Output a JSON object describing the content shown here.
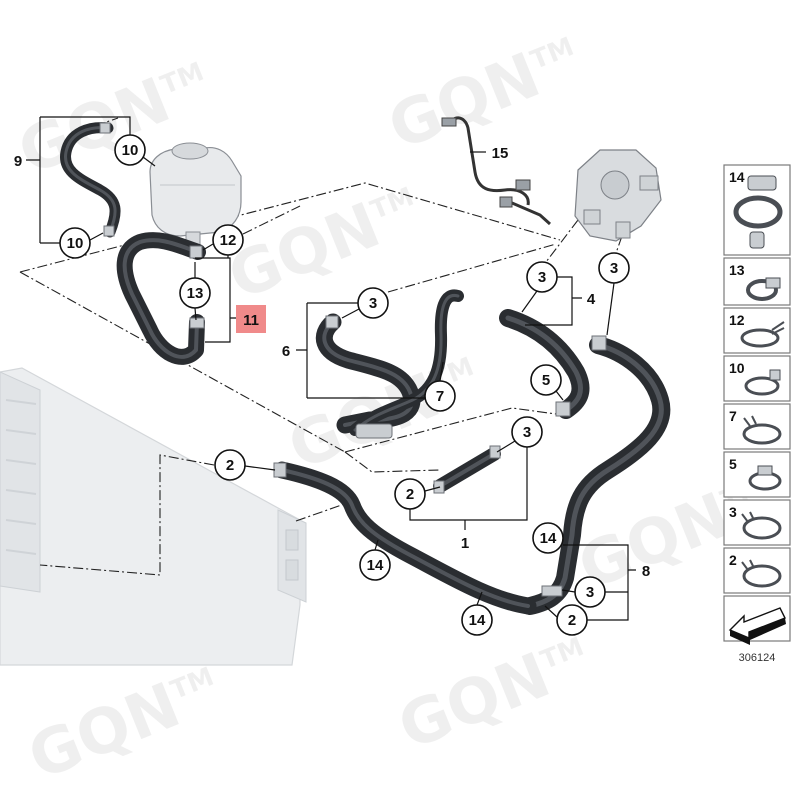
{
  "watermark": {
    "text": "GQN",
    "tm": "TM"
  },
  "callouts": [
    "10",
    "10",
    "12",
    "13",
    "3",
    "7",
    "3",
    "3",
    "5",
    "3",
    "2",
    "2",
    "14",
    "14",
    "14",
    "3",
    "2"
  ],
  "group_labels": [
    "9",
    "6",
    "4",
    "15",
    "1",
    "8"
  ],
  "highlight_label": "11",
  "legend": {
    "items": [
      "14",
      "13",
      "12",
      "10",
      "7",
      "5",
      "3",
      "2"
    ]
  },
  "diagram_number": "306124",
  "colors": {
    "highlight": "#f08a8a",
    "hose": "#2a2d31",
    "radiator": "#eceef0"
  }
}
